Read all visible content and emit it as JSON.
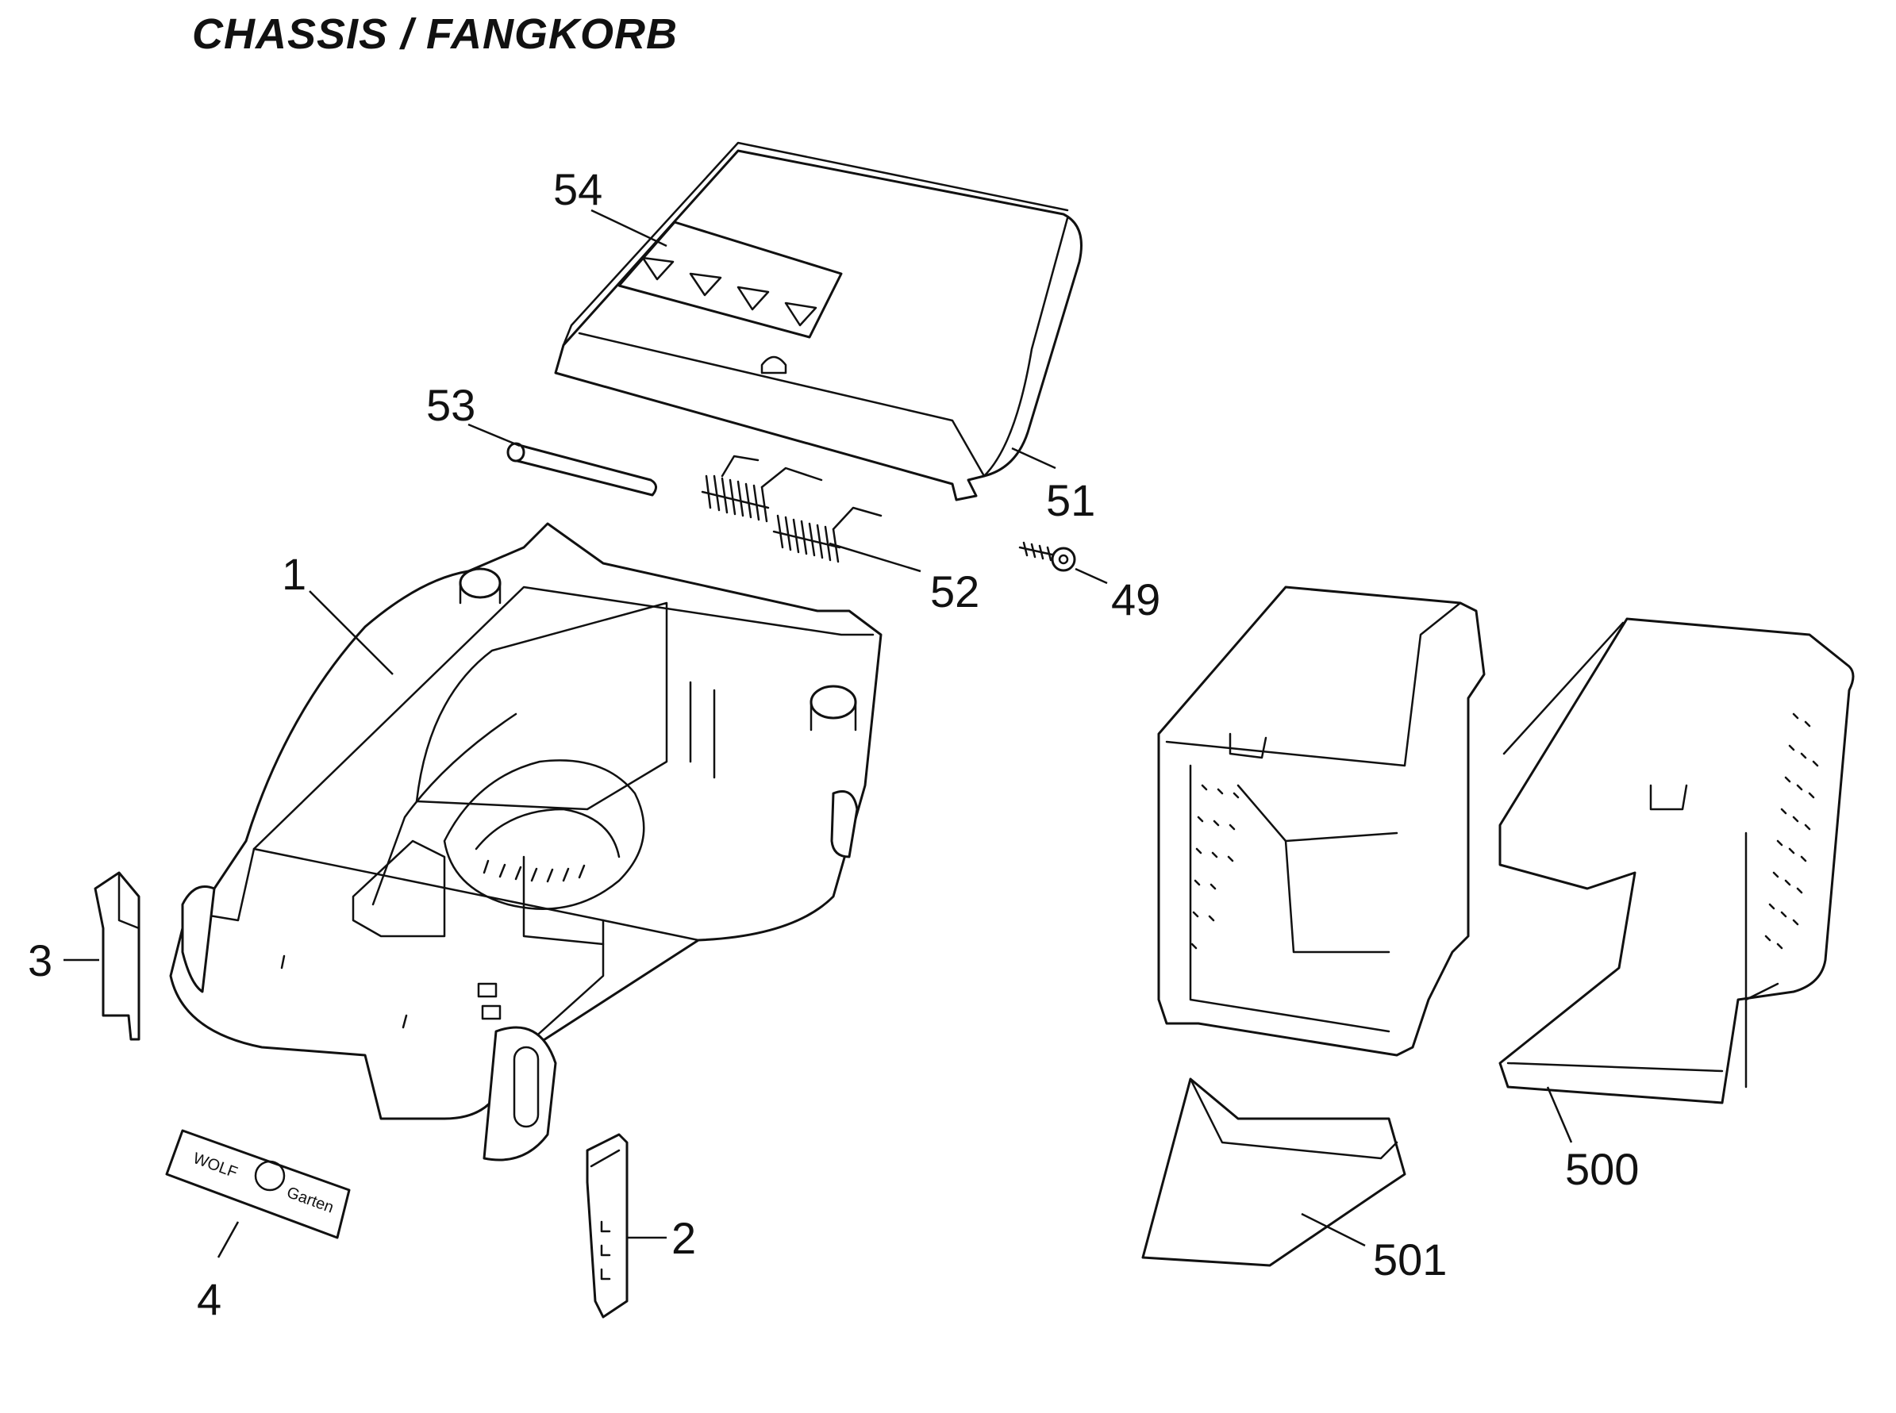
{
  "title": "CHASSIS / FANGKORB",
  "callouts": [
    {
      "id": "54",
      "label": "54"
    },
    {
      "id": "53",
      "label": "53"
    },
    {
      "id": "51",
      "label": "51"
    },
    {
      "id": "52",
      "label": "52"
    },
    {
      "id": "49",
      "label": "49"
    },
    {
      "id": "1",
      "label": "1"
    },
    {
      "id": "3",
      "label": "3"
    },
    {
      "id": "4",
      "label": "4"
    },
    {
      "id": "2",
      "label": "2"
    },
    {
      "id": "500",
      "label": "500"
    },
    {
      "id": "501",
      "label": "501"
    }
  ],
  "logo": {
    "brand": "WOLF",
    "suffix": "Garten"
  }
}
